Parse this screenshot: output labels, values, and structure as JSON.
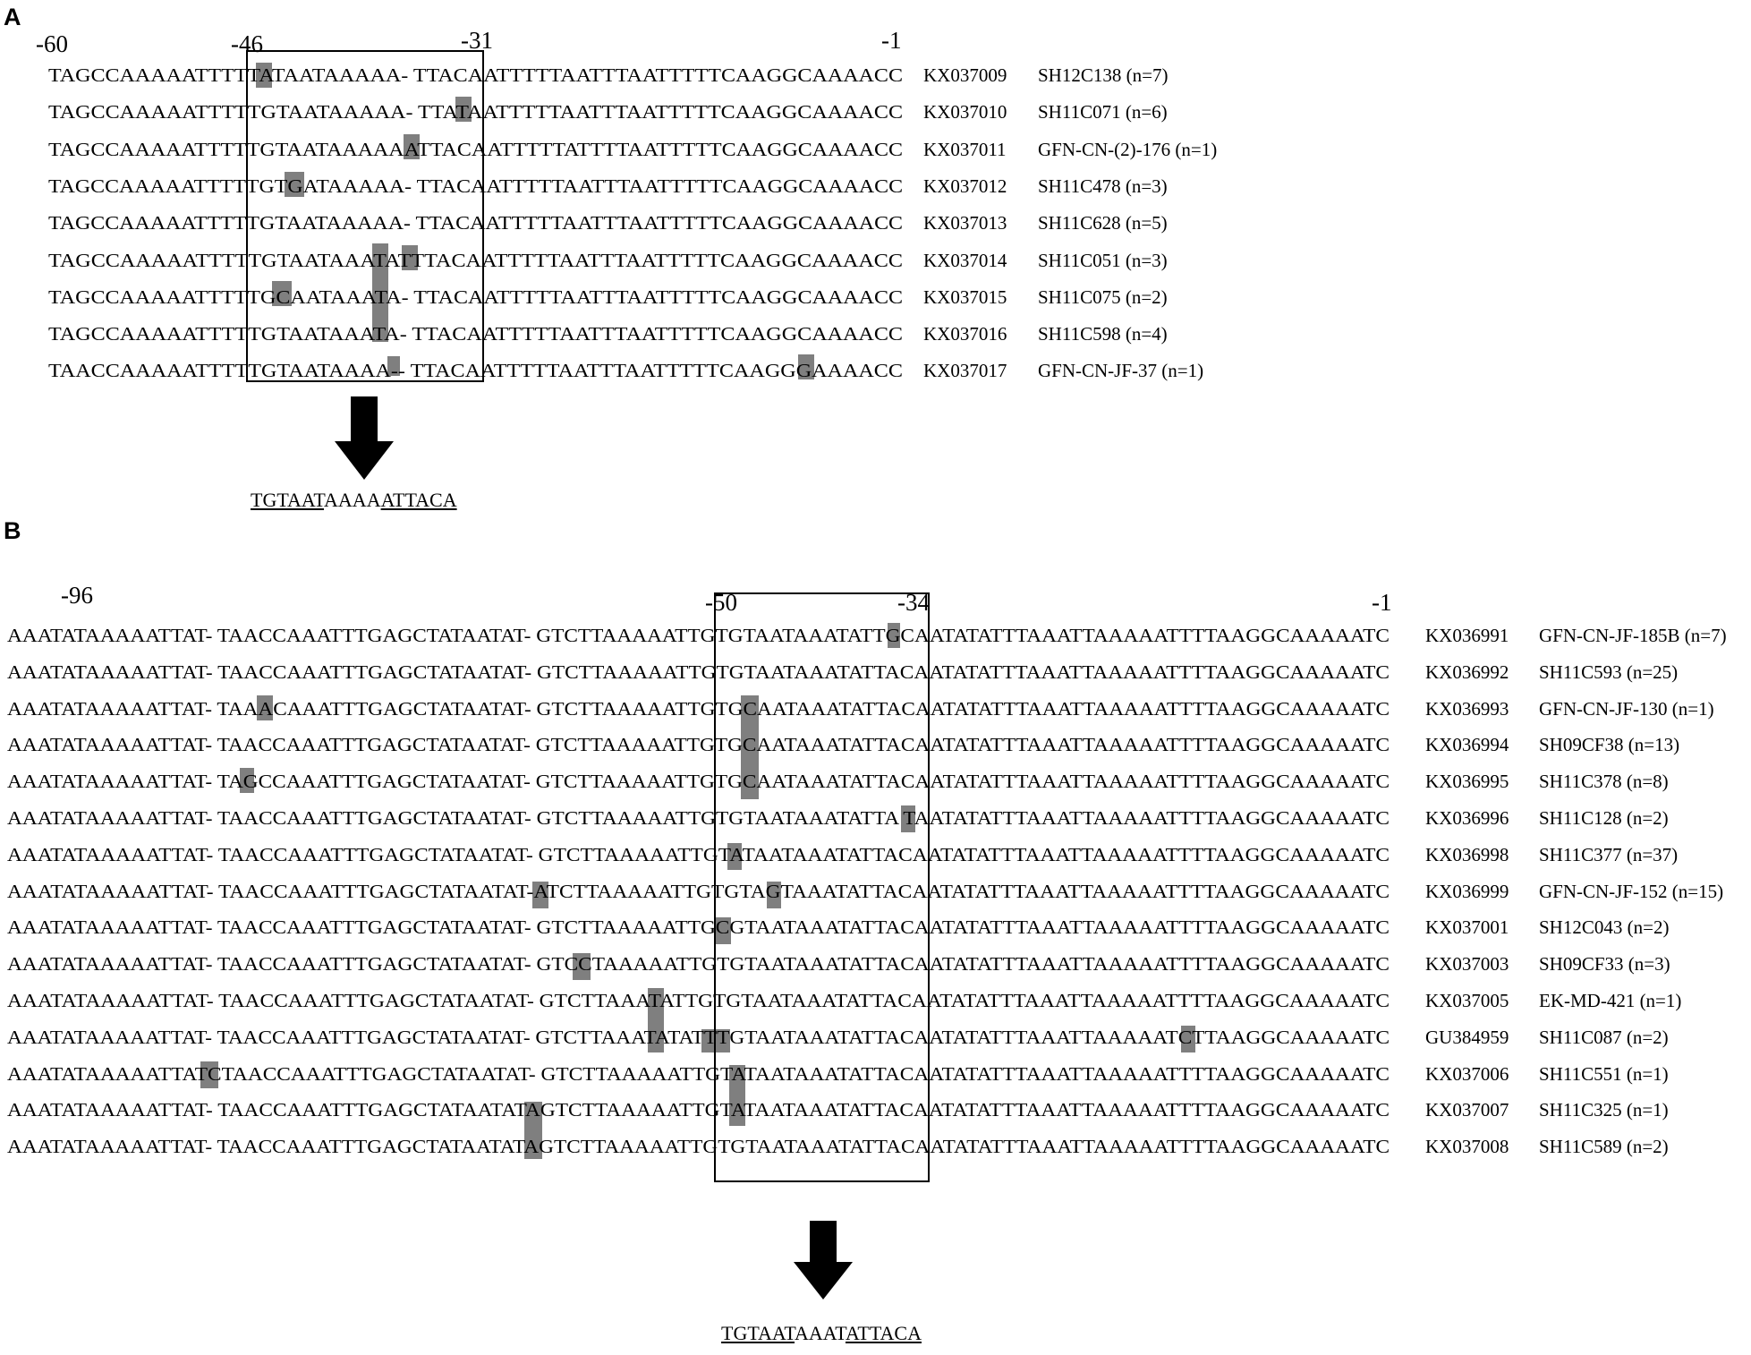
{
  "panelA": {
    "label": "A",
    "positions": [
      "-60",
      "-46",
      "-31",
      "-1"
    ],
    "rows": [
      {
        "seq": "TAGCCAAAAATTTTTATAATAAAAA- TTACAATTTTTAATTTAATTTTTCAAGGCAAAACC",
        "accession": "KX037009",
        "isolate": "SH12C138 (n=7)"
      },
      {
        "seq": "TAGCCAAAAATTTTTGTAATAAAAA- TTATAATTTTTAATTTAATTTTTCAAGGCAAAACC",
        "accession": "KX037010",
        "isolate": "SH11C071 (n=6)"
      },
      {
        "seq": "TAGCCAAAAATTTTTGTAATAAAAAATTACAATTTTTATTTTAATTTTTCAAGGCAAAACC",
        "accession": "KX037011",
        "isolate": "GFN-CN-(2)-176 (n=1)"
      },
      {
        "seq": "TAGCCAAAAATTTTTGTGATAAAAA- TTACAATTTTTAATTTAATTTTTCAAGGCAAAACC",
        "accession": "KX037012",
        "isolate": "SH11C478 (n=3)"
      },
      {
        "seq": "TAGCCAAAAATTTTTGTAATAAAAA- TTACAATTTTTAATTTAATTTTTCAAGGCAAAACC",
        "accession": "KX037013",
        "isolate": "SH11C628 (n=5)"
      },
      {
        "seq": "TAGCCAAAAATTTTTGTAATAAATATTTACAATTTTTAATTTAATTTTTCAAGGCAAAACC",
        "accession": "KX037014",
        "isolate": "SH11C051 (n=3)"
      },
      {
        "seq": "TAGCCAAAAATTTTTGCAATAAATA- TTACAATTTTTAATTTAATTTTTCAAGGCAAAACC",
        "accession": "KX037015",
        "isolate": "SH11C075 (n=2)"
      },
      {
        "seq": "TAGCCAAAAATTTTTGTAATAAATA- TTACAATTTTTAATTTAATTTTTCAAGGCAAAACC",
        "accession": "KX037016",
        "isolate": "SH11C598 (n=4)"
      },
      {
        "seq": "TAACCAAAAATTTTTGTAATAAAA-- TTACAATTTTTAATTTAATTTTTCAAGGGAAAACC",
        "accession": "KX037017",
        "isolate": "GFN-CN-JF-37 (n=1)"
      }
    ],
    "motif": {
      "part1": "TGTAAT",
      "part2": "AAAA",
      "part3": "ATTACA"
    }
  },
  "panelB": {
    "label": "B",
    "positions": [
      "-96",
      "-50",
      "-34",
      "-1"
    ],
    "rows": [
      {
        "seq": "AAATATAAAAATTAT- TAACCAAATTTGAGCTATAATAT- GTCTTAAAAATTGTGTAATAAATATTGCAATATATTTAAATTAAAAATTTTAAGGCAAAAATC",
        "accession": "KX036991",
        "isolate": "GFN-CN-JF-185B (n=7)"
      },
      {
        "seq": "AAATATAAAAATTAT- TAACCAAATTTGAGCTATAATAT- GTCTTAAAAATTGTGTAATAAATATTACAATATATTTAAATTAAAAATTTTAAGGCAAAAATC",
        "accession": "KX036992",
        "isolate": "SH11C593 (n=25)"
      },
      {
        "seq": "AAATATAAAAATTAT- TAAACAAATTTGAGCTATAATAT- GTCTTAAAAATTGTGCAATAAATATTACAATATATTTAAATTAAAAATTTTAAGGCAAAAATC",
        "accession": "KX036993",
        "isolate": "GFN-CN-JF-130 (n=1)"
      },
      {
        "seq": "AAATATAAAAATTAT- TAACCAAATTTGAGCTATAATAT- GTCTTAAAAATTGTGCAATAAATATTACAATATATTTAAATTAAAAATTTTAAGGCAAAAATC",
        "accession": "KX036994",
        "isolate": "SH09CF38 (n=13)"
      },
      {
        "seq": "AAATATAAAAATTAT- TAGCCAAATTTGAGCTATAATAT- GTCTTAAAAATTGTGCAATAAATATTACAATATATTTAAATTAAAAATTTTAAGGCAAAAATC",
        "accession": "KX036995",
        "isolate": "SH11C378 (n=8)"
      },
      {
        "seq": "AAATATAAAAATTAT- TAACCAAATTTGAGCTATAATAT- GTCTTAAAAATTGTGTAATAAATATTA TAATATATTTAAATTAAAAATTTTAAGGCAAAAATC",
        "accession": "KX036996",
        "isolate": "SH11C128 (n=2)"
      },
      {
        "seq": "AAATATAAAAATTAT- TAACCAAATTTGAGCTATAATAT- GTCTTAAAAATTGTATAATAAATATTACAATATATTTAAATTAAAAATTTTAAGGCAAAAATC",
        "accession": "KX036998",
        "isolate": "SH11C377 (n=37)"
      },
      {
        "seq": "AAATATAAAAATTAT- TAACCAAATTTGAGCTATAATAT-ATCTTAAAAATTGTGTAGTAAATATTACAATATATTTAAATTAAAAATTTTAAGGCAAAAATC",
        "accession": "KX036999",
        "isolate": "GFN-CN-JF-152 (n=15)"
      },
      {
        "seq": "AAATATAAAAATTAT- TAACCAAATTTGAGCTATAATAT- GTCTTAAAAATTGCGTAATAAATATTACAATATATTTAAATTAAAAATTTTAAGGCAAAAATC",
        "accession": "KX037001",
        "isolate": "SH12C043 (n=2)"
      },
      {
        "seq": "AAATATAAAAATTAT- TAACCAAATTTGAGCTATAATAT- GTCCTAAAAATTGTGTAATAAATATTACAATATATTTAAATTAAAAATTTTAAGGCAAAAATC",
        "accession": "KX037003",
        "isolate": "SH09CF33 (n=3)"
      },
      {
        "seq": "AAATATAAAAATTAT- TAACCAAATTTGAGCTATAATAT- GTCTTAAATATTGTGTAATAAATATTACAATATATTTAAATTAAAAATTTTAAGGCAAAAATC",
        "accession": "KX037005",
        "isolate": "EK-MD-421 (n=1)"
      },
      {
        "seq": "AAATATAAAAATTAT- TAACCAAATTTGAGCTATAATAT- GTCTTAAATATATTTGTAATAAATATTACAATATATTTAAATTAAAAATCTTAAGGCAAAAATC",
        "accession": "GU384959",
        "isolate": "SH11C087 (n=2)"
      },
      {
        "seq": "AAATATAAAAATTATCTAACCAAATTTGAGCTATAATAT- GTCTTAAAAATTGTATAATAAATATTACAATATATTTAAATTAAAAATTTTAAGGCAAAAATC",
        "accession": "KX037006",
        "isolate": "SH11C551 (n=1)"
      },
      {
        "seq": "AAATATAAAAATTAT- TAACCAAATTTGAGCTATAATATAGTCTTAAAAATTGTATAATAAATATTACAATATATTTAAATTAAAAATTTTAAGGCAAAAATC",
        "accession": "KX037007",
        "isolate": "SH11C325 (n=1)"
      },
      {
        "seq": "AAATATAAAAATTAT- TAACCAAATTTGAGCTATAATATAGTCTTAAAAATTGTGTAATAAATATTACAATATATTTAAATTAAAAATTTTAAGGCAAAAATC",
        "accession": "KX037008",
        "isolate": "SH11C589 (n=2)"
      }
    ],
    "motif": {
      "part1": "TGTAAT",
      "part2": "AAAT",
      "part3": "ATTACA"
    }
  }
}
